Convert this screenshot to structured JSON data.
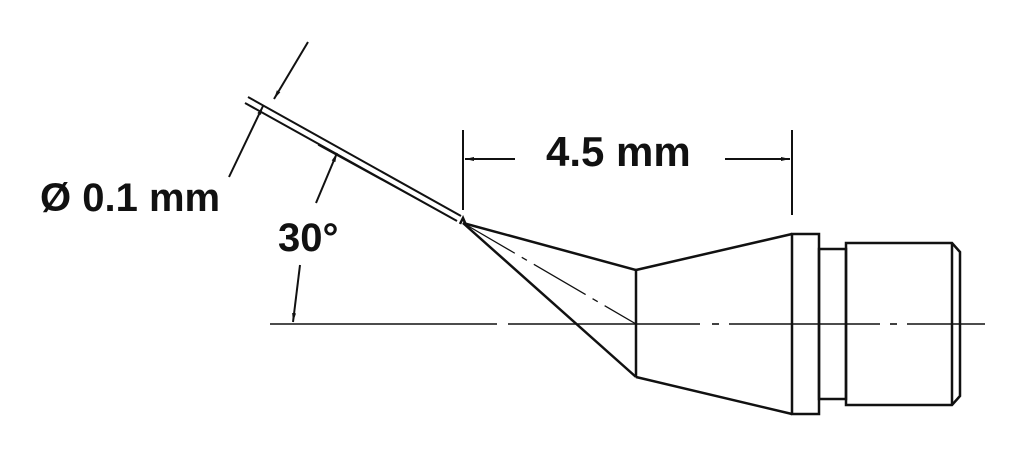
{
  "drawing": {
    "subject": "angled bent soldering tip profile",
    "line_color": "#111111",
    "background": "#ffffff"
  },
  "dimensions": {
    "length": {
      "value": "4.5 mm"
    },
    "diameter": {
      "symbol": "Ø",
      "value": "0.1 mm",
      "label": "Ø 0.1 mm"
    },
    "angle": {
      "value": "30°"
    }
  }
}
